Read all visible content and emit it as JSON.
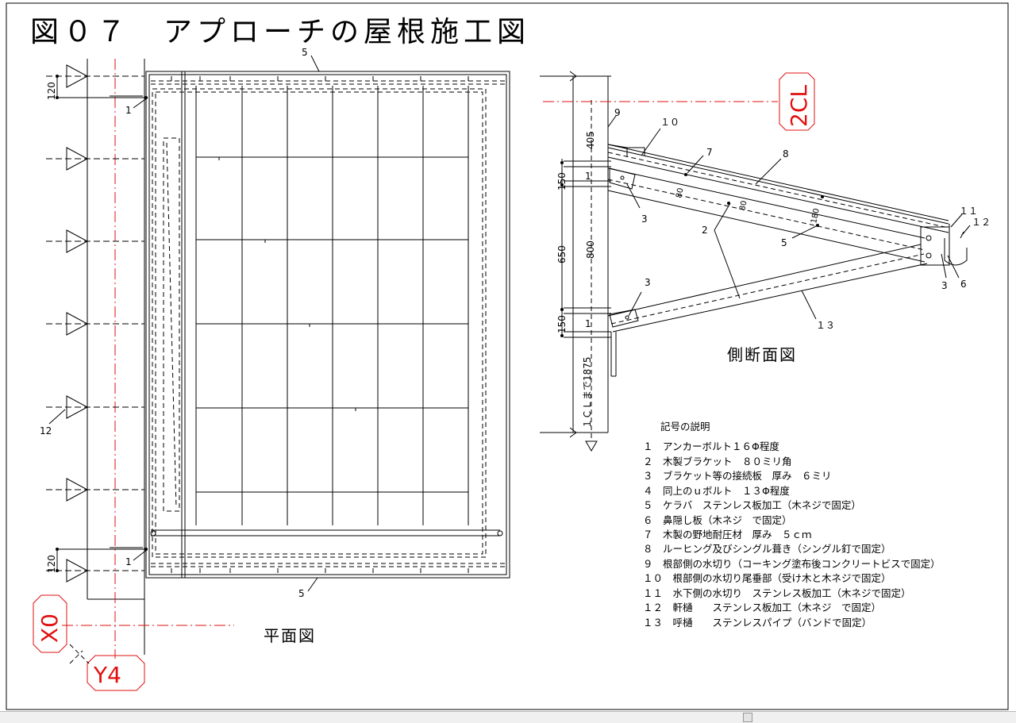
{
  "title": "図０７　アプローチの屋根施工図",
  "plan": {
    "caption": "平面図",
    "dim_top": "120",
    "dim_bottom": "120",
    "callout_5_top": "5",
    "callout_5_bottom": "5",
    "callout_1_top": "1",
    "callout_1_bottom": "1",
    "callout_12": "12",
    "grid_x": "X0",
    "grid_y": "Y4"
  },
  "section": {
    "caption": "側断面図",
    "grid": "2CL",
    "dim_405": "405",
    "dim_150_top": "150",
    "dim_650": "650",
    "dim_800": "800",
    "dim_150_bottom": "150",
    "dim_1875": "１ＣＬまで1875",
    "label_80_a": "80",
    "label_80_b": "80",
    "label_180": "180",
    "callouts": {
      "c1a": "1",
      "c1b": "1",
      "c2": "2",
      "c3a": "3",
      "c3b": "3",
      "c3c": "3",
      "c5": "5",
      "c6": "6",
      "c7": "7",
      "c8": "8",
      "c9": "9",
      "c10": "１０",
      "c11": "１１",
      "c12": "１２",
      "c13": "１３"
    }
  },
  "legend": {
    "heading": "記号の説明",
    "items": [
      "１　アンカーボルト１６Φ程度",
      "２　木製ブラケット　８０ミリ角",
      "３　ブラケット等の接続板　厚み　６ミリ",
      "４　同上のｕボルト　１３Φ程度",
      "５　ケラバ　ステンレス板加工（木ネジで固定）",
      "６　鼻隠し板（木ネジ　で固定）",
      "７　木製の野地耐圧材　厚み　５ｃｍ",
      "８　ルーヒング及びシングル葺き（シングル釘で固定）",
      "９　根部側の水切り（コーキング塗布後コンクリートビスで固定）",
      "１０　根部側の水切り尾垂部（受け木と木ネジで固定）",
      "１１　水下側の水切り　ステンレス板加工（木ネジで固定）",
      "１２　軒樋　　ステンレス板加工（木ネジ　で固定）",
      "１３　呼樋　　ステンレスパイプ（バンドで固定）"
    ]
  },
  "colors": {
    "ink": "#000000",
    "gridline": "#e01010",
    "paper": "#ffffff"
  }
}
